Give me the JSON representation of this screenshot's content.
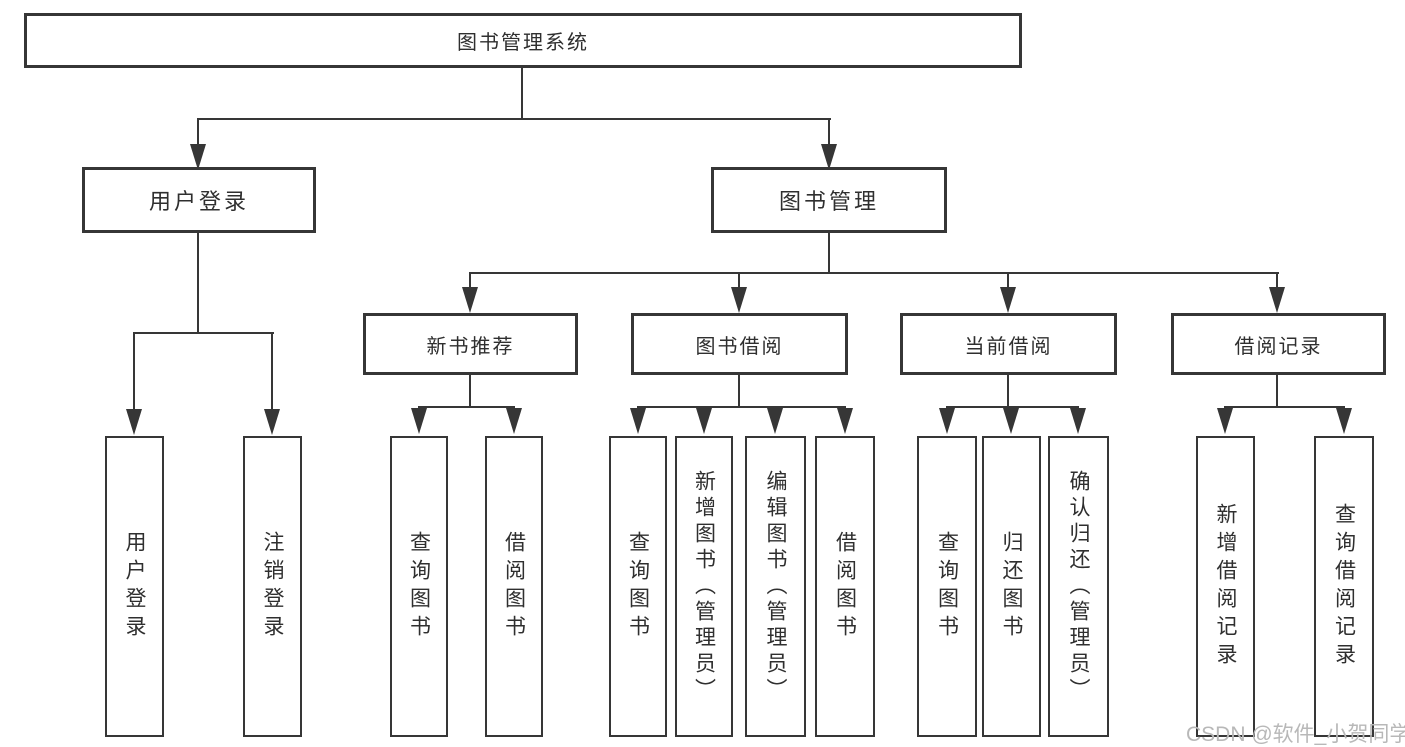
{
  "title": "图书管理系统",
  "diagram": {
    "root": {
      "label": "图书管理系统"
    },
    "branches": [
      {
        "label": "用户登录"
      },
      {
        "label": "图书管理"
      }
    ],
    "modules": [
      {
        "label": "新书推荐",
        "parent": "图书管理"
      },
      {
        "label": "图书借阅",
        "parent": "图书管理"
      },
      {
        "label": "当前借阅",
        "parent": "图书管理"
      },
      {
        "label": "借阅记录",
        "parent": "图书管理"
      }
    ],
    "leaves": [
      {
        "label": "用户登录",
        "parent": "用户登录"
      },
      {
        "label": "注销登录",
        "parent": "用户登录"
      },
      {
        "label": "查询图书",
        "parent": "新书推荐"
      },
      {
        "label": "借阅图书",
        "parent": "新书推荐"
      },
      {
        "label": "查询图书",
        "parent": "图书借阅"
      },
      {
        "label": "新增图书（管理员）",
        "parent": "图书借阅"
      },
      {
        "label": "编辑图书（管理员）",
        "parent": "图书借阅"
      },
      {
        "label": "借阅图书",
        "parent": "图书借阅"
      },
      {
        "label": "查询图书",
        "parent": "当前借阅"
      },
      {
        "label": "归还图书",
        "parent": "当前借阅"
      },
      {
        "label": "确认归还（管理员）",
        "parent": "当前借阅"
      },
      {
        "label": "新增借阅记录",
        "parent": "借阅记录"
      },
      {
        "label": "查询借阅记录",
        "parent": "借阅记录"
      }
    ]
  },
  "watermark": {
    "text": "CSDN @软件_小贺同学"
  },
  "colors": {
    "line": "#363636",
    "text": "#2f2f2f",
    "background": "#ffffff",
    "watermark": "#b8b8b8"
  }
}
